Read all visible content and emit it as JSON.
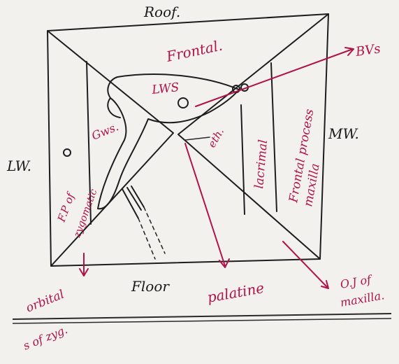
{
  "labels": {
    "roof": "Roof.",
    "floor": "Floor",
    "lw": "LW.",
    "mw": "MW.",
    "frontal": "Frontal.",
    "lws": "LWS",
    "gws": "Gws.",
    "eth": "eth.",
    "lacrimal": "lacrimal",
    "fp_zygomatic_1": "F.P of",
    "fp_zygomatic_2": "zygomatic",
    "frontal_process_1": "Frontal process",
    "frontal_process_2": "maxilla",
    "palatine": "palatine",
    "bvs": "BVs",
    "oj_maxilla_1": "O.J of",
    "oj_maxilla_2": "maxilla.",
    "orbital_zyg_1": "orbital",
    "orbital_zyg_2": "s of zyg."
  },
  "colors": {
    "ink": "#1d1d1f",
    "magenta": "#b0124a",
    "paper": "#f3f1ee"
  }
}
